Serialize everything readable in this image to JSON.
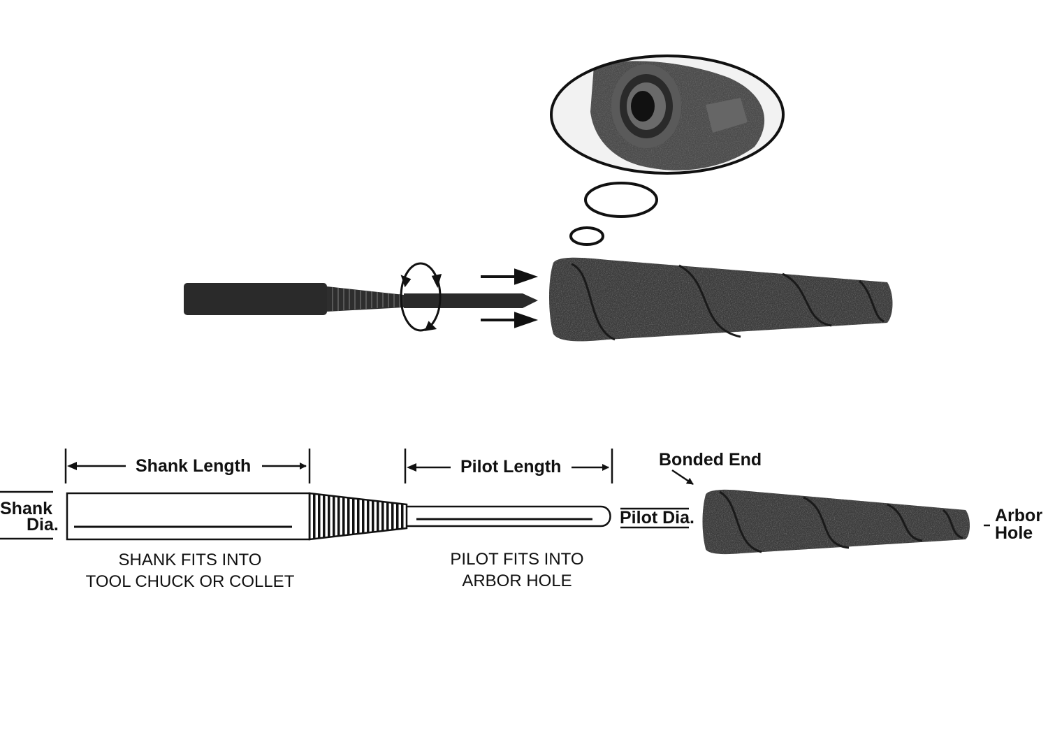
{
  "colors": {
    "ink": "#111111",
    "abrasive": "#3a3a3a",
    "metal": "#2a2a2a",
    "background": "#ffffff"
  },
  "labels": {
    "shank_length": "Shank Length",
    "pilot_length": "Pilot Length",
    "bonded_end": "Bonded End",
    "shank_dia_line1": "Shank",
    "shank_dia_line2": "Dia.",
    "pilot_dia": "Pilot Dia.",
    "arbor_hole_line1": "Arbor",
    "arbor_hole_line2": "Hole",
    "shank_caption_line1": "SHANK FITS INTO",
    "shank_caption_line2": "TOOL CHUCK OR COLLET",
    "pilot_caption_line1": "PILOT FITS INTO",
    "pilot_caption_line2": "ARBOR HOLE"
  },
  "icons": [
    "rotation-arrows-icon",
    "insert-arrow-icon",
    "magnify-bubble-icon"
  ]
}
